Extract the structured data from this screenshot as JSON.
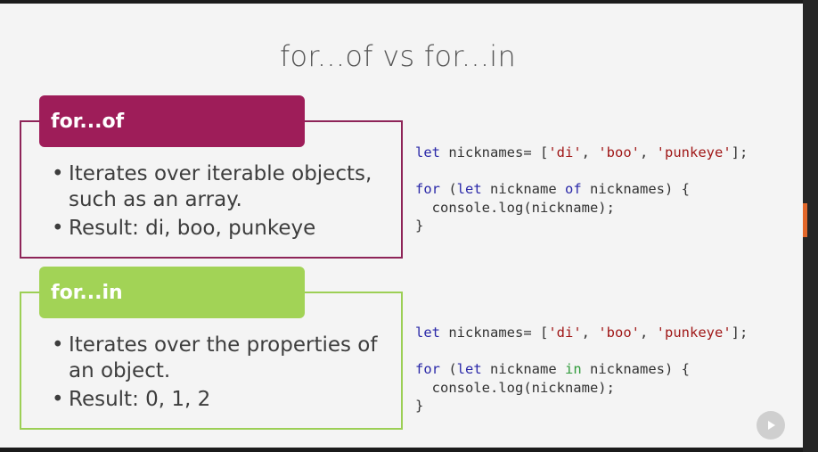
{
  "slide": {
    "title": "for...of vs for...in"
  },
  "boxes": [
    {
      "tag": "for...of",
      "bullets": [
        "Iterates over iterable objects, such as an array.",
        "Result: di, boo, punkeye"
      ],
      "code": {
        "line1": {
          "kw": "let",
          "name": " nicknames= [",
          "s1": "'di'",
          "c1": ", ",
          "s2": "'boo'",
          "c2": ", ",
          "s3": "'punkeye'",
          "end": "];"
        },
        "line2": {
          "kw_for": "for",
          "open": " (",
          "kw_let": "let",
          "mid": " nickname ",
          "op": "of",
          "rest": " nicknames) {"
        },
        "line3": "  console.log(nickname);",
        "line4": "}"
      }
    },
    {
      "tag": "for...in",
      "bullets": [
        "Iterates over the properties of an object.",
        "Result: 0, 1, 2"
      ],
      "code": {
        "line1": {
          "kw": "let",
          "name": " nicknames= [",
          "s1": "'di'",
          "c1": ", ",
          "s2": "'boo'",
          "c2": ", ",
          "s3": "'punkeye'",
          "end": "];"
        },
        "line2": {
          "kw_for": "for",
          "open": " (",
          "kw_let": "let",
          "mid": " nickname ",
          "op": "in",
          "rest": " nicknames) {"
        },
        "line3": "  console.log(nickname);",
        "line4": "}"
      }
    }
  ],
  "colors": {
    "for_of_accent": "#9e1d59",
    "for_in_accent": "#a2d356",
    "keyword": "#2a28a8",
    "string": "#a01818",
    "operator_in": "#2f9a3a"
  },
  "icons": {
    "play_button": "play-icon"
  }
}
